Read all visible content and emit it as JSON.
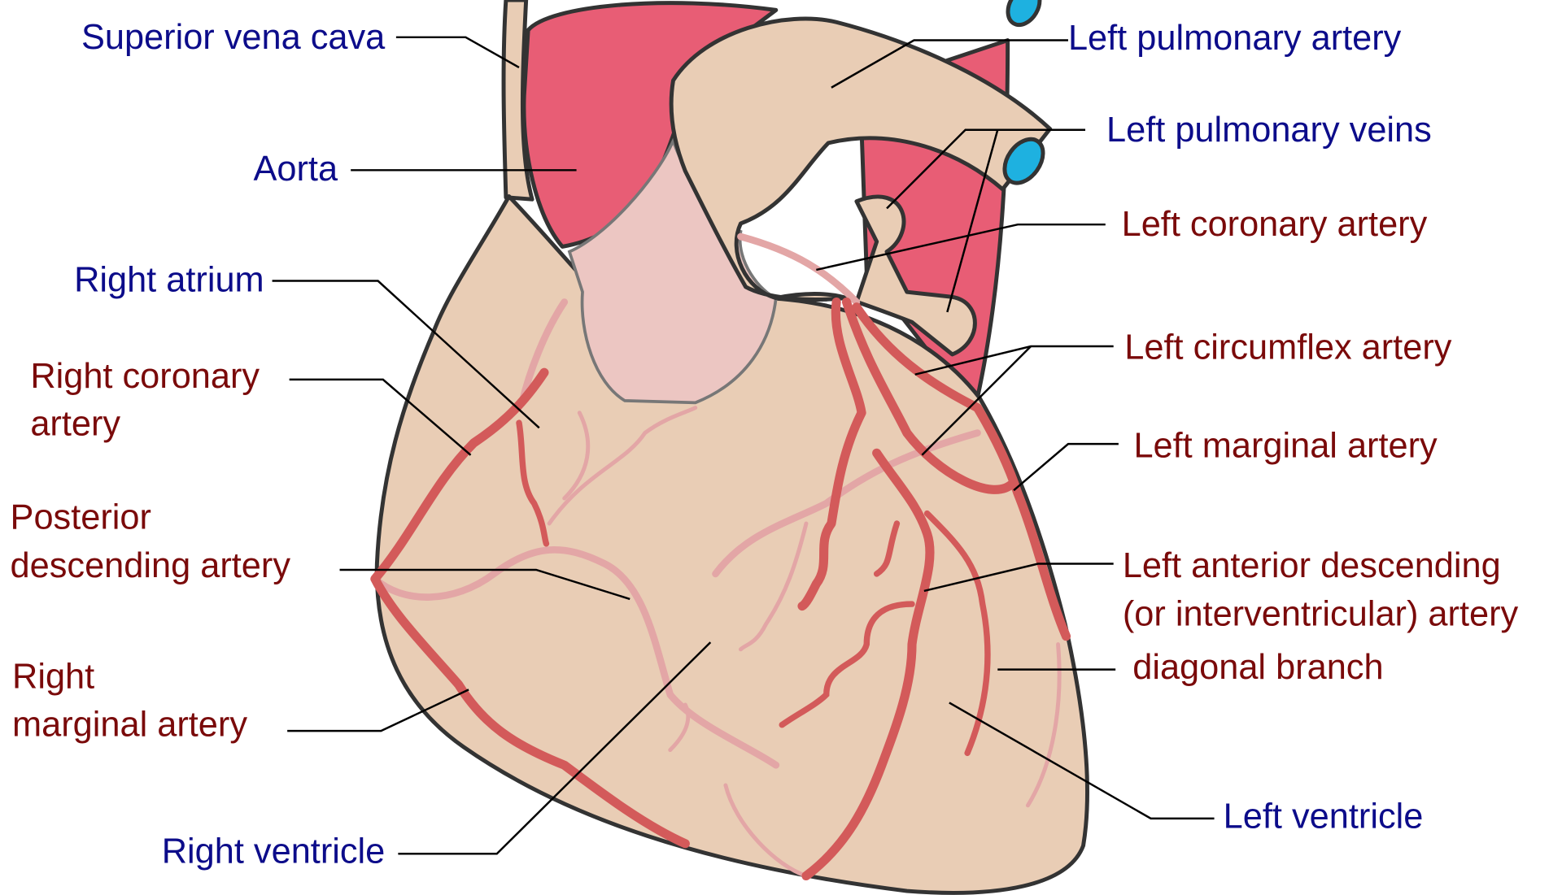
{
  "title": "Coronary arteries of the heart",
  "colors": {
    "structure_label": "#0c0c8a",
    "artery_label": "#7a0a0a",
    "heart_tissue": "#e9cdb5",
    "aorta": "#e85d75",
    "artery": "#d35a5a",
    "vein_lumen": "#1eb1e0"
  },
  "labels": {
    "superior_vena_cava": "Superior vena cava",
    "aorta": "Aorta",
    "right_atrium": "Right atrium",
    "right_coronary_artery": [
      "Right coronary",
      "artery"
    ],
    "posterior_descending_artery": [
      "Posterior",
      "descending artery"
    ],
    "right_marginal_artery": [
      "Right",
      "marginal artery"
    ],
    "right_ventricle": "Right ventricle",
    "left_pulmonary_artery": "Left pulmonary artery",
    "left_pulmonary_veins": "Left pulmonary veins",
    "left_coronary_artery": "Left coronary artery",
    "left_circumflex_artery": "Left circumflex artery",
    "left_marginal_artery": "Left marginal artery",
    "left_anterior_descending": [
      "Left anterior descending",
      "(or interventricular) artery"
    ],
    "diagonal_branch": "diagonal branch",
    "left_ventricle": "Left ventricle"
  }
}
